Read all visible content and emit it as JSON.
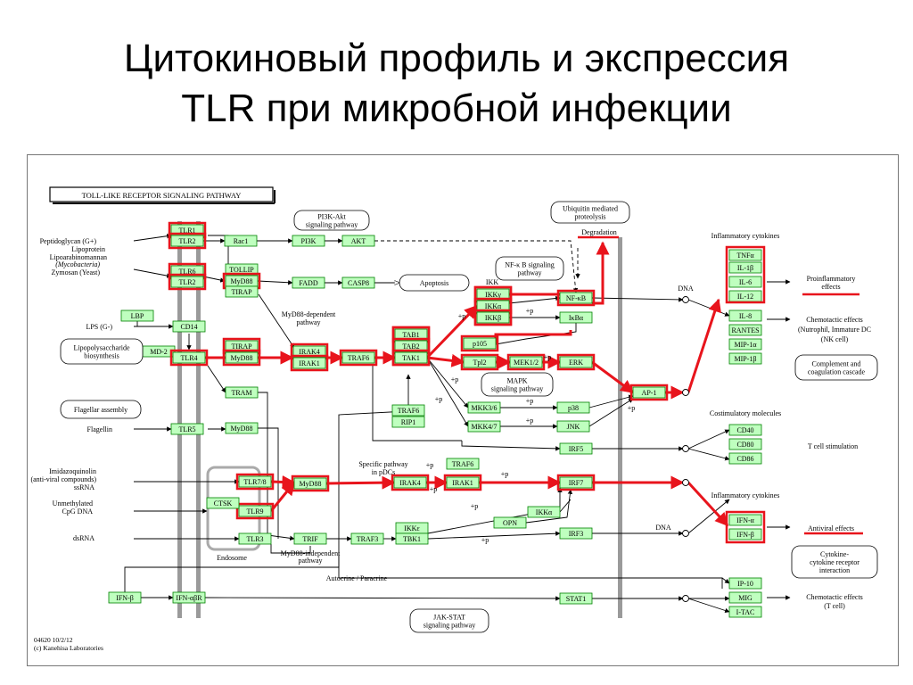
{
  "slide": {
    "title_line1": "Цитокиновый профиль и экспрессия",
    "title_line2": "TLR при микробной инфекции"
  },
  "diagram": {
    "pathway_title": "TOLL-LIKE RECEPTOR SIGNALING PATHWAY",
    "footer_id": "04620 10/2/12",
    "footer_copyright": "(c) Kanehisa Laboratories",
    "colors": {
      "gene_fill": "#bfffbf",
      "gene_border": "#008000",
      "highlight": "#e8141c",
      "membrane": "#9a9a9a"
    },
    "genes": [
      {
        "id": "tlr1",
        "label": "TLR1"
      },
      {
        "id": "tlr2a",
        "label": "TLR2"
      },
      {
        "id": "tlr6",
        "label": "TLR6"
      },
      {
        "id": "tlr2b",
        "label": "TLR2"
      },
      {
        "id": "lbp",
        "label": "LBP"
      },
      {
        "id": "cd14",
        "label": "CD14"
      },
      {
        "id": "md2",
        "label": "MD-2"
      },
      {
        "id": "tlr4",
        "label": "TLR4"
      },
      {
        "id": "tlr5",
        "label": "TLR5"
      },
      {
        "id": "tlr78",
        "label": "TLR7/8"
      },
      {
        "id": "tlr9",
        "label": "TLR9"
      },
      {
        "id": "ctsk",
        "label": "CTSK"
      },
      {
        "id": "tlr3",
        "label": "TLR3"
      },
      {
        "id": "ifnb_l",
        "label": "IFN-β"
      },
      {
        "id": "ifnabr",
        "label": "IFN-αβR"
      },
      {
        "id": "rac1",
        "label": "Rac1"
      },
      {
        "id": "pi3k",
        "label": "PI3K"
      },
      {
        "id": "akt",
        "label": "AKT"
      },
      {
        "id": "tollip",
        "label": "TOLLIP"
      },
      {
        "id": "myd88a",
        "label": "MyD88"
      },
      {
        "id": "tirap",
        "label": "TIRAP"
      },
      {
        "id": "fadd",
        "label": "FADD"
      },
      {
        "id": "casp8",
        "label": "CASP8"
      },
      {
        "id": "tirap2",
        "label": "TIRAP"
      },
      {
        "id": "myd88b",
        "label": "MyD88"
      },
      {
        "id": "tram",
        "label": "TRAM"
      },
      {
        "id": "myd88c",
        "label": "MyD88"
      },
      {
        "id": "irak4",
        "label": "IRAK4"
      },
      {
        "id": "irak1",
        "label": "IRAK1"
      },
      {
        "id": "traf6",
        "label": "TRAF6"
      },
      {
        "id": "tab1",
        "label": "TAB1"
      },
      {
        "id": "tab2",
        "label": "TAB2"
      },
      {
        "id": "tak1",
        "label": "TAK1"
      },
      {
        "id": "ikkg",
        "label": "IKKγ"
      },
      {
        "id": "ikka",
        "label": "IKKα"
      },
      {
        "id": "ikkb",
        "label": "IKKβ"
      },
      {
        "id": "p105",
        "label": "p105"
      },
      {
        "id": "tpl2",
        "label": "Tpl2"
      },
      {
        "id": "mek12",
        "label": "MEK1/2"
      },
      {
        "id": "erk",
        "label": "ERK"
      },
      {
        "id": "nfkb",
        "label": "NF-κB"
      },
      {
        "id": "ikba",
        "label": "IκBα"
      },
      {
        "id": "traf6b",
        "label": "TRAF6"
      },
      {
        "id": "rip1",
        "label": "RIP1"
      },
      {
        "id": "mkk36",
        "label": "MKK3/6"
      },
      {
        "id": "mkk47",
        "label": "MKK4/7"
      },
      {
        "id": "p38",
        "label": "p38"
      },
      {
        "id": "jnk",
        "label": "JNK"
      },
      {
        "id": "ap1",
        "label": "AP-1"
      },
      {
        "id": "irf5",
        "label": "IRF5"
      },
      {
        "id": "myd88d",
        "label": "MyD88"
      },
      {
        "id": "irak4b",
        "label": "IRAK4"
      },
      {
        "id": "traf6c",
        "label": "TRAF6"
      },
      {
        "id": "irak1b",
        "label": "IRAK1"
      },
      {
        "id": "irf7",
        "label": "IRF7"
      },
      {
        "id": "ikka2",
        "label": "IKKα"
      },
      {
        "id": "opn",
        "label": "OPN"
      },
      {
        "id": "trif",
        "label": "TRIF"
      },
      {
        "id": "traf3",
        "label": "TRAF3"
      },
      {
        "id": "ikke",
        "label": "IKKε"
      },
      {
        "id": "tbk1",
        "label": "TBK1"
      },
      {
        "id": "irf3",
        "label": "IRF3"
      },
      {
        "id": "stat1",
        "label": "STAT1"
      },
      {
        "id": "tnfa",
        "label": "TNFα"
      },
      {
        "id": "il1b",
        "label": "IL-1β"
      },
      {
        "id": "il6",
        "label": "IL-6"
      },
      {
        "id": "il12",
        "label": "IL-12"
      },
      {
        "id": "il8",
        "label": "IL-8"
      },
      {
        "id": "rantes",
        "label": "RANTES"
      },
      {
        "id": "mip1a",
        "label": "MIP-1α"
      },
      {
        "id": "mip1b",
        "label": "MIP-1β"
      },
      {
        "id": "cd40",
        "label": "CD40"
      },
      {
        "id": "cd80",
        "label": "CD80"
      },
      {
        "id": "cd86",
        "label": "CD86"
      },
      {
        "id": "ifna",
        "label": "IFN-α"
      },
      {
        "id": "ifnb_r",
        "label": "IFN-β"
      },
      {
        "id": "ip10",
        "label": "IP-10"
      },
      {
        "id": "mig",
        "label": "MIG"
      },
      {
        "id": "itac",
        "label": "I-TAC"
      }
    ],
    "labels": {
      "ligand_pg": "Peptidoglycan (G+)",
      "ligand_lipo": "Lipoprotein",
      "ligand_lam": "Lipoarabinomannan",
      "ligand_myco": "(Mycobacteria)",
      "ligand_zym": "Zymosan (Yeast)",
      "ligand_lps": "LPS (G-)",
      "ligand_flag": "Flagellin",
      "ligand_imid": "Imidazoquinolin",
      "ligand_antiviral": "(anti-viral compounds)",
      "ligand_ssrna": "ssRNA",
      "ligand_cpg1": "Unmethylated",
      "ligand_cpg2": "CpG DNA",
      "ligand_dsrna": "dsRNA",
      "endosome": "Endosome",
      "myd88_dep1": "MyD88-dependent",
      "myd88_dep2": "pathway",
      "myd88_indep1": "MyD88-independent",
      "myd88_indep2": "pathway",
      "specific1": "Specific pathway",
      "specific2": "in pDCs",
      "ikk": "IKK",
      "autocrine": "Autocrine / Paracrine",
      "dna1": "DNA",
      "dna2": "DNA",
      "degradation": "Degradation",
      "inflam_cyt1": "Inflammatory cytokines",
      "inflam_cyt2": "Inflammatory cytokines",
      "costim": "Costimulatory molecules",
      "proinflam1": "Proinflammatory",
      "proinflam2": "effects",
      "chemo1": "Chemotactic effects",
      "chemo2": "(Nutrophil, Immature DC",
      "chemo3": "(NK cell)",
      "tcell_stim": "T cell stimulation",
      "antiviral": "Antiviral effects",
      "chemo_t1": "Chemotactic effects",
      "chemo_t2": "(T cell)",
      "plus_p": "+p"
    },
    "maps": {
      "pi3k_akt1": "PI3K-Akt",
      "pi3k_akt2": "signaling pathway",
      "ubiq1": "Ubiquitin mediated",
      "ubiq2": "proteolysis",
      "nfkb1": "NF-κ B signaling",
      "nfkb2": "pathway",
      "lps1": "Lipopolysaccharide",
      "lps2": "biosynthesis",
      "mapk1": "MAPK",
      "mapk2": "signaling pathway",
      "flag_assembly": "Flagellar assembly",
      "apoptosis": "Apoptosis",
      "complement1": "Complement and",
      "complement2": "coagulation cascade",
      "cytokine1": "Cytokine-",
      "cytokine2": "cytokine receptor",
      "cytokine3": "interaction",
      "jakstat1": "JAK-STAT",
      "jakstat2": "signaling pathway"
    }
  }
}
